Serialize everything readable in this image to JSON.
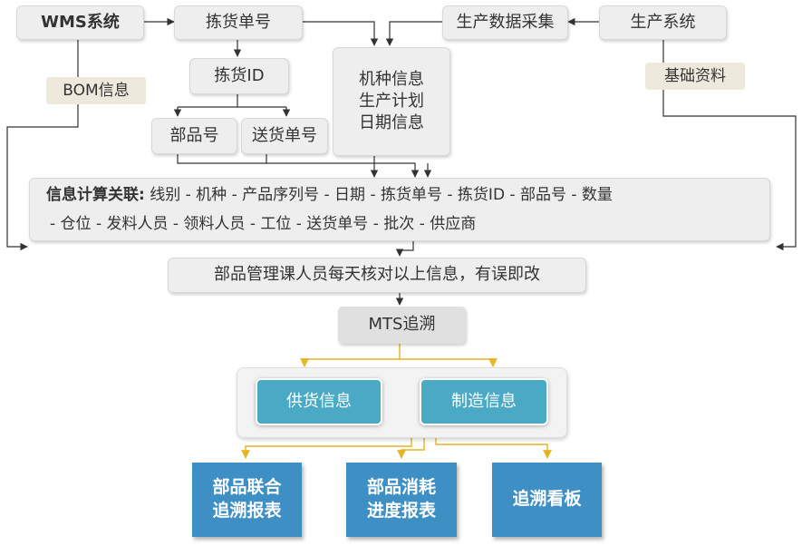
{
  "nodes": {
    "wms": "WMS系统",
    "picking_no": "拣货单号",
    "data_collect": "生产数据采集",
    "prod_system": "生产系统",
    "bom": "BOM信息",
    "base_data": "基础资料",
    "picking_id": "拣货ID",
    "part_no": "部品号",
    "delivery_no": "送货单号",
    "machine_lines": [
      "机种信息",
      "生产计划",
      "日期信息"
    ],
    "correlation_label": "信息计算关联:",
    "correlation_fields_1": "线别 - 机种 - 产品序列号 - 日期 - 拣货单号 - 拣货ID - 部品号 - 数量",
    "correlation_fields_2": "- 仓位 - 发料人员 - 领料人员 - 工位 - 送货单号 - 批次 - 供应商",
    "daily_check": "部品管理课人员每天核对以上信息，有误即改",
    "mts": "MTS追溯",
    "supply_info": "供货信息",
    "manuf_info": "制造信息",
    "report_joint": [
      "部品联合",
      "追溯报表"
    ],
    "report_progress": [
      "部品消耗",
      "进度报表"
    ],
    "board": "追溯看板"
  },
  "colors": {
    "line_dark": "#333333",
    "line_gold": "#e6b422",
    "report_blue": "#3d8fc4",
    "info_teal": "#4aa9c4"
  }
}
